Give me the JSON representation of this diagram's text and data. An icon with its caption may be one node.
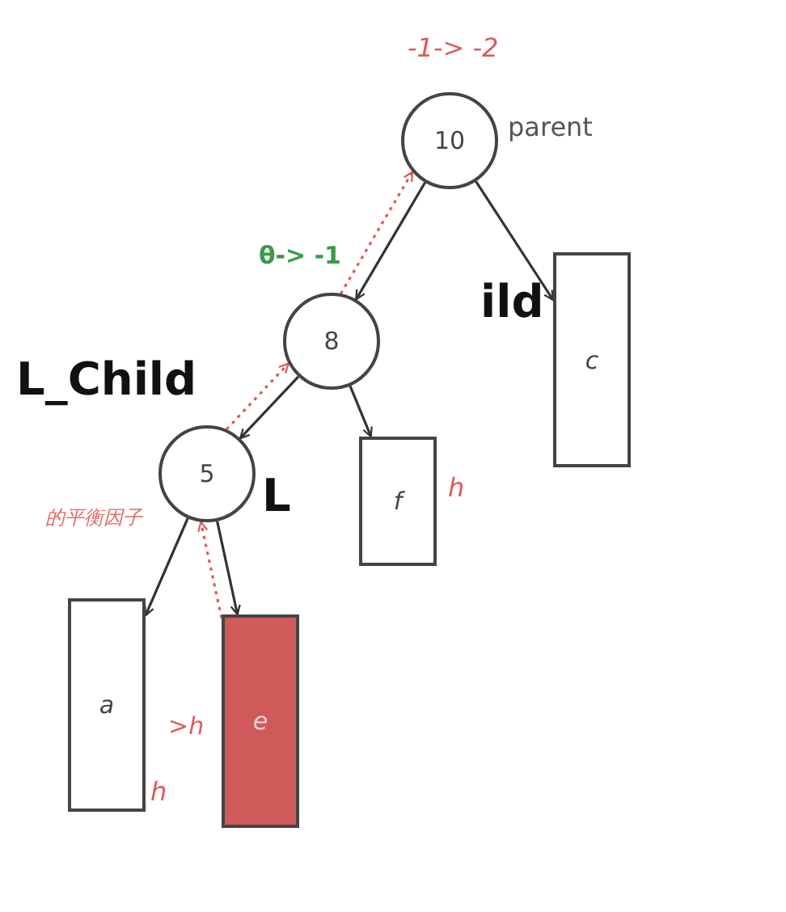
{
  "diagram": {
    "nodes": [
      {
        "text": [
          "10"
        ],
        "beside": [
          "-1-> -2",
          "parent"
        ]
      },
      {
        "text": [
          "8"
        ],
        "beside": [
          "θ-> -1"
        ]
      },
      {
        "text": [
          "5"
        ],
        "beside": [
          "的平衡因子"
        ]
      },
      {
        "text": [
          "c"
        ]
      },
      {
        "text": [
          "f"
        ],
        "beside": [
          "h"
        ]
      },
      {
        "text": [
          "a"
        ],
        "beside": [
          "h"
        ]
      },
      {
        "text": [
          "e"
        ],
        "beside": [
          ">h"
        ]
      }
    ],
    "edges": [
      {
        "from": 0,
        "to": 1,
        "arrow": "to"
      },
      {
        "from": 0,
        "to": 3,
        "arrow": "to"
      },
      {
        "from": 1,
        "to": 2,
        "arrow": "to"
      },
      {
        "from": 1,
        "to": 4,
        "arrow": "to"
      },
      {
        "from": 2,
        "to": 5,
        "arrow": "to"
      },
      {
        "from": 2,
        "to": 6,
        "arrow": "to"
      },
      {
        "from": 6,
        "to": 2,
        "arrow": "to",
        "style": "dashed",
        "color": "#e05a5a"
      },
      {
        "from": 2,
        "to": 1,
        "arrow": "to",
        "style": "dashed",
        "color": "#e05a5a"
      },
      {
        "from": 1,
        "to": 0,
        "arrow": "to",
        "style": "dashed",
        "color": "#e05a5a"
      }
    ],
    "labels": [
      "ild",
      "L_Child",
      "L"
    ]
  }
}
